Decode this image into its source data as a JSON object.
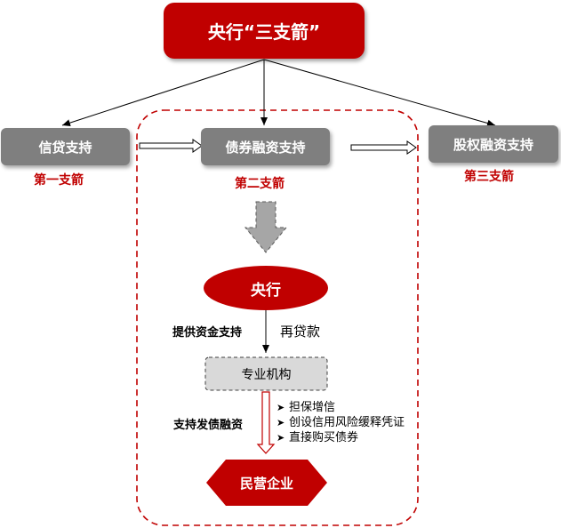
{
  "top": {
    "title": "央行“三支箭”"
  },
  "arrows": {
    "credit": {
      "label": "信贷支持",
      "caption": "第一支箭"
    },
    "bond": {
      "label": "债券融资支持",
      "caption": "第二支箭"
    },
    "equity": {
      "label": "股权融资支持",
      "caption": "第三支箭"
    }
  },
  "flow": {
    "central_bank": "央行",
    "left_label_1": "提供资金支持",
    "right_label_1": "再贷款",
    "institution": "专业机构",
    "left_label_2": "支持发债融资",
    "measures": [
      "担保增信",
      "创设信用风险缓释凭证",
      "直接购买债券"
    ],
    "enterprise": "民营企业"
  },
  "colors": {
    "accent": "#c00000",
    "gray": "#7f7f7f",
    "dashed_gray": "#d9d9d9"
  }
}
